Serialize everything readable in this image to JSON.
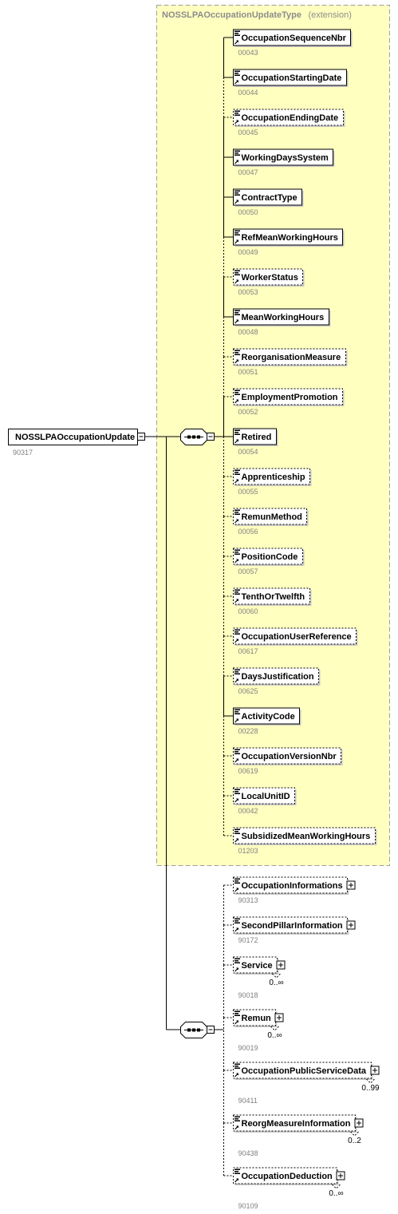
{
  "root": {
    "name": "NOSSLPAOccupationUpdate",
    "code": "90317"
  },
  "type_box": {
    "name": "NOSSLPAOccupationUpdateType",
    "suffix": "(extension)"
  },
  "sequence_icon": "sequence-compositor-icon",
  "doc_icon": "documentation-lines-icon",
  "expand_icon": "plus-box-icon",
  "colors": {
    "type_bg": "#ffffc0",
    "type_border": "#a0a0a0",
    "line": "#000000",
    "code": "#808080"
  },
  "base_elements": [
    {
      "name": "OccupationSequenceNbr",
      "code": "00043",
      "optional": false
    },
    {
      "name": "OccupationStartingDate",
      "code": "00044",
      "optional": false
    },
    {
      "name": "OccupationEndingDate",
      "code": "00045",
      "optional": true
    },
    {
      "name": "WorkingDaysSystem",
      "code": "00047",
      "optional": false
    },
    {
      "name": "ContractType",
      "code": "00050",
      "optional": false
    },
    {
      "name": "RefMeanWorkingHours",
      "code": "00049",
      "optional": false
    },
    {
      "name": "WorkerStatus",
      "code": "00053",
      "optional": true
    },
    {
      "name": "MeanWorkingHours",
      "code": "00048",
      "optional": false
    },
    {
      "name": "ReorganisationMeasure",
      "code": "00051",
      "optional": true
    },
    {
      "name": "EmploymentPromotion",
      "code": "00052",
      "optional": true
    },
    {
      "name": "Retired",
      "code": "00054",
      "optional": false
    },
    {
      "name": "Apprenticeship",
      "code": "00055",
      "optional": true
    },
    {
      "name": "RemunMethod",
      "code": "00056",
      "optional": true
    },
    {
      "name": "PositionCode",
      "code": "00057",
      "optional": true
    },
    {
      "name": "TenthOrTwelfth",
      "code": "00060",
      "optional": true
    },
    {
      "name": "OccupationUserReference",
      "code": "00617",
      "optional": true
    },
    {
      "name": "DaysJustification",
      "code": "00625",
      "optional": true
    },
    {
      "name": "ActivityCode",
      "code": "00228",
      "optional": false
    },
    {
      "name": "OccupationVersionNbr",
      "code": "00619",
      "optional": true
    },
    {
      "name": "LocalUnitID",
      "code": "00042",
      "optional": true
    },
    {
      "name": "SubsidizedMeanWorkingHours",
      "code": "01203",
      "optional": true
    }
  ],
  "ext_elements": [
    {
      "name": "OccupationInformations",
      "code": "90313",
      "card": ""
    },
    {
      "name": "SecondPillarInformation",
      "code": "90172",
      "card": ""
    },
    {
      "name": "Service",
      "code": "90018",
      "card": "0..∞"
    },
    {
      "name": "Remun",
      "code": "90019",
      "card": "0..∞"
    },
    {
      "name": "OccupationPublicServiceData",
      "code": "90411",
      "card": "0..99"
    },
    {
      "name": "ReorgMeasureInformation",
      "code": "90438",
      "card": "0..2"
    },
    {
      "name": "OccupationDeduction",
      "code": "90109",
      "card": "0..∞"
    }
  ]
}
